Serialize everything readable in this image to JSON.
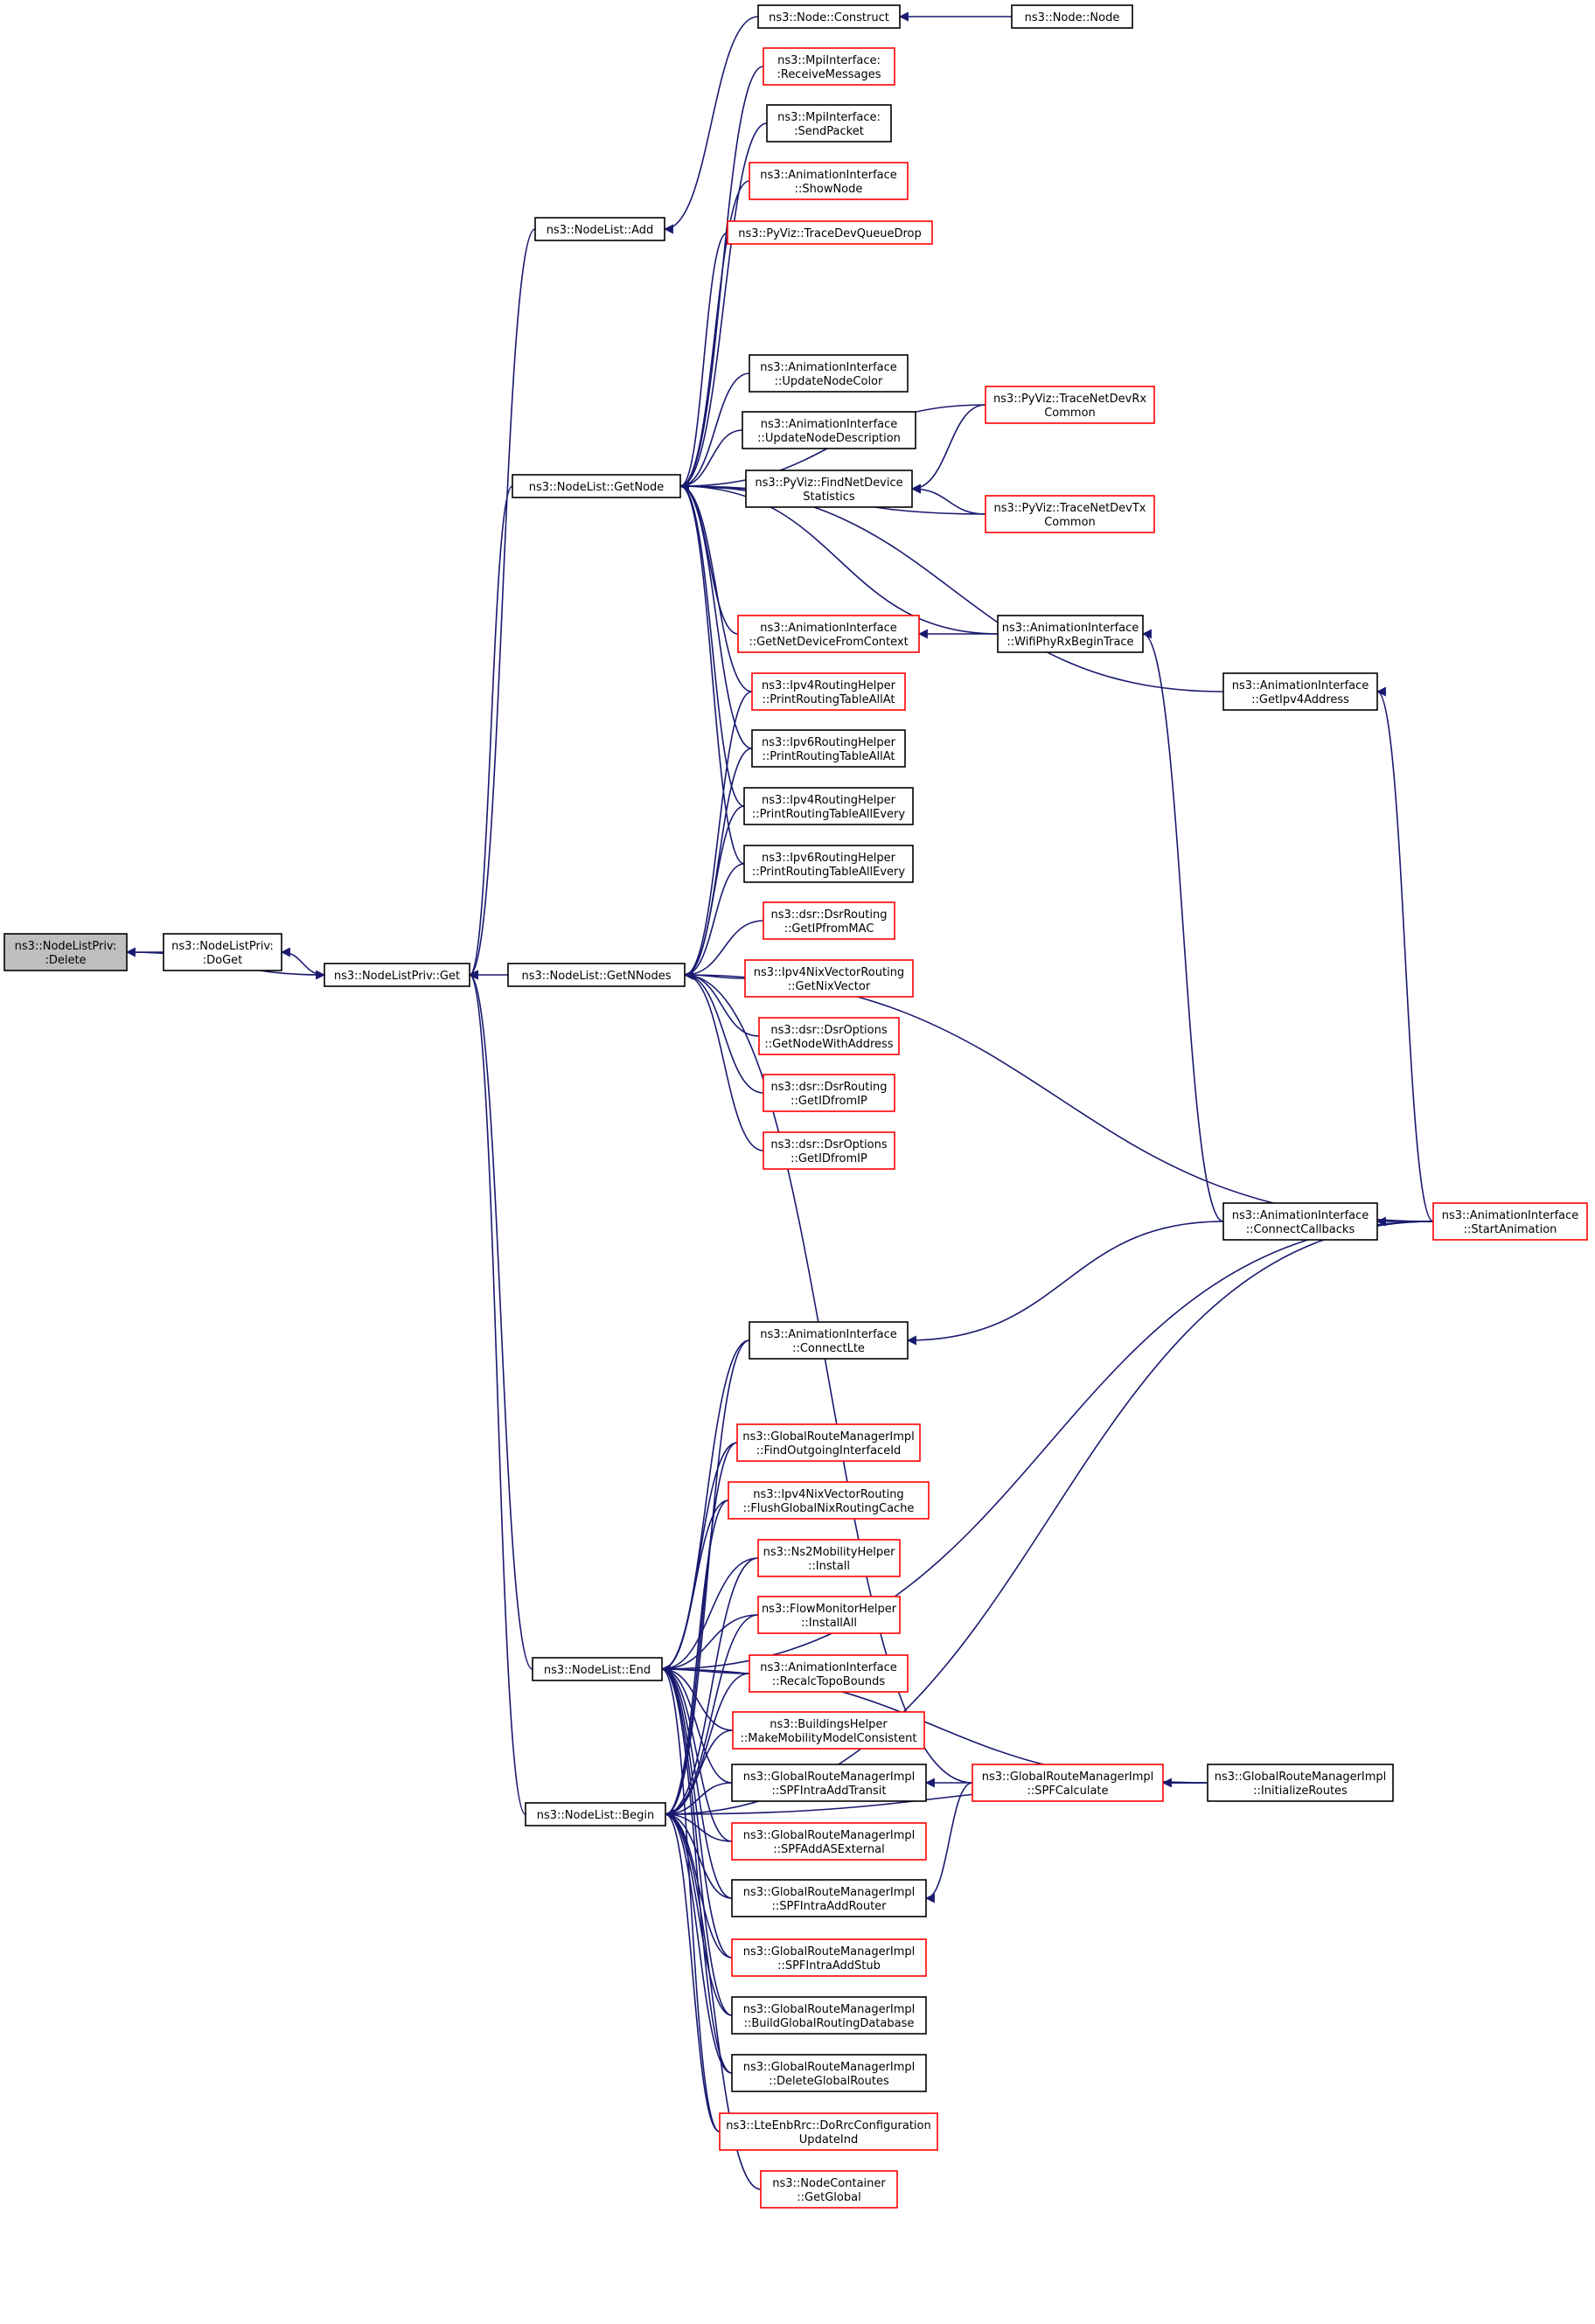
{
  "diagram": {
    "title": "",
    "edge_color": "#191970",
    "nodes": [
      {
        "id": "delete",
        "lines": [
          "ns3::NodeListPriv:",
          ":Delete"
        ],
        "style": "focus"
      },
      {
        "id": "doget",
        "lines": [
          "ns3::NodeListPriv:",
          ":DoGet"
        ],
        "style": "black"
      },
      {
        "id": "get",
        "lines": [
          "ns3::NodeListPriv::Get"
        ],
        "style": "black"
      },
      {
        "id": "add",
        "lines": [
          "ns3::NodeList::Add"
        ],
        "style": "black"
      },
      {
        "id": "getnode",
        "lines": [
          "ns3::NodeList::GetNode"
        ],
        "style": "black"
      },
      {
        "id": "getnnodes",
        "lines": [
          "ns3::NodeList::GetNNodes"
        ],
        "style": "black"
      },
      {
        "id": "end",
        "lines": [
          "ns3::NodeList::End"
        ],
        "style": "black"
      },
      {
        "id": "begin",
        "lines": [
          "ns3::NodeList::Begin"
        ],
        "style": "black"
      },
      {
        "id": "construct",
        "lines": [
          "ns3::Node::Construct"
        ],
        "style": "black"
      },
      {
        "id": "nodenode",
        "lines": [
          "ns3::Node::Node"
        ],
        "style": "black"
      },
      {
        "id": "mpirecv",
        "lines": [
          "ns3::MpiInterface:",
          ":ReceiveMessages"
        ],
        "style": "red"
      },
      {
        "id": "mpisend",
        "lines": [
          "ns3::MpiInterface:",
          ":SendPacket"
        ],
        "style": "black"
      },
      {
        "id": "shownode",
        "lines": [
          "ns3::AnimationInterface",
          "::ShowNode"
        ],
        "style": "red"
      },
      {
        "id": "pydrop",
        "lines": [
          "ns3::PyViz::TraceDevQueueDrop"
        ],
        "style": "red"
      },
      {
        "id": "updcolor",
        "lines": [
          "ns3::AnimationInterface",
          "::UpdateNodeColor"
        ],
        "style": "black"
      },
      {
        "id": "upddesc",
        "lines": [
          "ns3::AnimationInterface",
          "::UpdateNodeDescription"
        ],
        "style": "black"
      },
      {
        "id": "findnet",
        "lines": [
          "ns3::PyViz::FindNetDevice",
          "Statistics"
        ],
        "style": "black"
      },
      {
        "id": "getnetdev",
        "lines": [
          "ns3::AnimationInterface",
          "::GetNetDeviceFromContext"
        ],
        "style": "red"
      },
      {
        "id": "ipv4print",
        "lines": [
          "ns3::Ipv4RoutingHelper",
          "::PrintRoutingTableAllAt"
        ],
        "style": "red"
      },
      {
        "id": "ipv6print",
        "lines": [
          "ns3::Ipv6RoutingHelper",
          "::PrintRoutingTableAllAt"
        ],
        "style": "black"
      },
      {
        "id": "ipv4every",
        "lines": [
          "ns3::Ipv4RoutingHelper",
          "::PrintRoutingTableAllEvery"
        ],
        "style": "black"
      },
      {
        "id": "ipv6every",
        "lines": [
          "ns3::Ipv6RoutingHelper",
          "::PrintRoutingTableAllEvery"
        ],
        "style": "black"
      },
      {
        "id": "dsrgetip",
        "lines": [
          "ns3::dsr::DsrRouting",
          "::GetIPfromMAC"
        ],
        "style": "red"
      },
      {
        "id": "nixvec",
        "lines": [
          "ns3::Ipv4NixVectorRouting",
          "::GetNixVector"
        ],
        "style": "red"
      },
      {
        "id": "dsrnodeaddr",
        "lines": [
          "ns3::dsr::DsrOptions",
          "::GetNodeWithAddress"
        ],
        "style": "red"
      },
      {
        "id": "dsrgetid",
        "lines": [
          "ns3::dsr::DsrRouting",
          "::GetIDfromIP"
        ],
        "style": "red"
      },
      {
        "id": "dsroptid",
        "lines": [
          "ns3::dsr::DsrOptions",
          "::GetIDfromIP"
        ],
        "style": "red"
      },
      {
        "id": "tracerx",
        "lines": [
          "ns3::PyViz::TraceNetDevRx",
          "Common"
        ],
        "style": "red"
      },
      {
        "id": "tracetx",
        "lines": [
          "ns3::PyViz::TraceNetDevTx",
          "Common"
        ],
        "style": "red"
      },
      {
        "id": "wifiphy",
        "lines": [
          "ns3::AnimationInterface",
          "::WifiPhyRxBeginTrace"
        ],
        "style": "black"
      },
      {
        "id": "getipv4",
        "lines": [
          "ns3::AnimationInterface",
          "::GetIpv4Address"
        ],
        "style": "black"
      },
      {
        "id": "connectcb",
        "lines": [
          "ns3::AnimationInterface",
          "::ConnectCallbacks"
        ],
        "style": "black"
      },
      {
        "id": "startanim",
        "lines": [
          "ns3::AnimationInterface",
          "::StartAnimation"
        ],
        "style": "red"
      },
      {
        "id": "connectlte",
        "lines": [
          "ns3::AnimationInterface",
          "::ConnectLte"
        ],
        "style": "black"
      },
      {
        "id": "findout",
        "lines": [
          "ns3::GlobalRouteManagerImpl",
          "::FindOutgoingInterfaceId"
        ],
        "style": "red"
      },
      {
        "id": "flushnix",
        "lines": [
          "ns3::Ipv4NixVectorRouting",
          "::FlushGlobalNixRoutingCache"
        ],
        "style": "red"
      },
      {
        "id": "ns2mob",
        "lines": [
          "ns3::Ns2MobilityHelper",
          "::Install"
        ],
        "style": "red"
      },
      {
        "id": "flowmon",
        "lines": [
          "ns3::FlowMonitorHelper",
          "::InstallAll"
        ],
        "style": "red"
      },
      {
        "id": "recalc",
        "lines": [
          "ns3::AnimationInterface",
          "::RecalcTopoBounds"
        ],
        "style": "red"
      },
      {
        "id": "buildings",
        "lines": [
          "ns3::BuildingsHelper",
          "::MakeMobilityModelConsistent"
        ],
        "style": "red"
      },
      {
        "id": "spftransit",
        "lines": [
          "ns3::GlobalRouteManagerImpl",
          "::SPFIntraAddTransit"
        ],
        "style": "black"
      },
      {
        "id": "spfext",
        "lines": [
          "ns3::GlobalRouteManagerImpl",
          "::SPFAddASExternal"
        ],
        "style": "red"
      },
      {
        "id": "spfrouter",
        "lines": [
          "ns3::GlobalRouteManagerImpl",
          "::SPFIntraAddRouter"
        ],
        "style": "black"
      },
      {
        "id": "spfstub",
        "lines": [
          "ns3::GlobalRouteManagerImpl",
          "::SPFIntraAddStub"
        ],
        "style": "red"
      },
      {
        "id": "builddb",
        "lines": [
          "ns3::GlobalRouteManagerImpl",
          "::BuildGlobalRoutingDatabase"
        ],
        "style": "black"
      },
      {
        "id": "delroutes",
        "lines": [
          "ns3::GlobalRouteManagerImpl",
          "::DeleteGlobalRoutes"
        ],
        "style": "black"
      },
      {
        "id": "lterrc",
        "lines": [
          "ns3::LteEnbRrc::DoRrcConfiguration",
          "UpdateInd"
        ],
        "style": "red"
      },
      {
        "id": "nodecontainer",
        "lines": [
          "ns3::NodeContainer",
          "::GetGlobal"
        ],
        "style": "red"
      },
      {
        "id": "spfcalc",
        "lines": [
          "ns3::GlobalRouteManagerImpl",
          "::SPFCalculate"
        ],
        "style": "red"
      },
      {
        "id": "initroutes",
        "lines": [
          "ns3::GlobalRouteManagerImpl",
          "::InitializeRoutes"
        ],
        "style": "black"
      }
    ],
    "edges": [
      [
        "doget",
        "delete"
      ],
      [
        "delete",
        "get"
      ],
      [
        "get",
        "doget"
      ],
      [
        "add",
        "get"
      ],
      [
        "getnode",
        "get"
      ],
      [
        "getnnodes",
        "get"
      ],
      [
        "end",
        "get"
      ],
      [
        "begin",
        "get"
      ],
      [
        "construct",
        "add"
      ],
      [
        "nodenode",
        "construct"
      ],
      [
        "mpirecv",
        "getnode"
      ],
      [
        "mpisend",
        "getnode"
      ],
      [
        "shownode",
        "getnode"
      ],
      [
        "pydrop",
        "getnode"
      ],
      [
        "getipv4",
        "getnode"
      ],
      [
        "tracerx",
        "getnode"
      ],
      [
        "updcolor",
        "getnode"
      ],
      [
        "upddesc",
        "getnode"
      ],
      [
        "findnet",
        "getnode"
      ],
      [
        "tracetx",
        "getnode"
      ],
      [
        "wifiphy",
        "getnode"
      ],
      [
        "getnetdev",
        "getnode"
      ],
      [
        "ipv4print",
        "getnode"
      ],
      [
        "ipv6print",
        "getnode"
      ],
      [
        "ipv4every",
        "getnode"
      ],
      [
        "ipv6every",
        "getnode"
      ],
      [
        "tracerx",
        "findnet"
      ],
      [
        "tracetx",
        "findnet"
      ],
      [
        "wifiphy",
        "getnetdev"
      ],
      [
        "connectcb",
        "wifiphy"
      ],
      [
        "startanim",
        "getipv4"
      ],
      [
        "startanim",
        "connectcb"
      ],
      [
        "connectcb",
        "connectlte"
      ],
      [
        "ipv4print",
        "getnnodes"
      ],
      [
        "ipv6print",
        "getnnodes"
      ],
      [
        "ipv4every",
        "getnnodes"
      ],
      [
        "ipv6every",
        "getnnodes"
      ],
      [
        "dsrgetip",
        "getnnodes"
      ],
      [
        "nixvec",
        "getnnodes"
      ],
      [
        "dsrnodeaddr",
        "getnnodes"
      ],
      [
        "dsrgetid",
        "getnnodes"
      ],
      [
        "dsroptid",
        "getnnodes"
      ],
      [
        "startanim",
        "getnnodes"
      ],
      [
        "spfcalc",
        "getnnodes"
      ],
      [
        "startanim",
        "end"
      ],
      [
        "connectlte",
        "end"
      ],
      [
        "initroutes",
        "end"
      ],
      [
        "findout",
        "end"
      ],
      [
        "flushnix",
        "end"
      ],
      [
        "ns2mob",
        "end"
      ],
      [
        "flowmon",
        "end"
      ],
      [
        "recalc",
        "end"
      ],
      [
        "buildings",
        "end"
      ],
      [
        "spftransit",
        "end"
      ],
      [
        "spfext",
        "end"
      ],
      [
        "spfrouter",
        "end"
      ],
      [
        "spfstub",
        "end"
      ],
      [
        "builddb",
        "end"
      ],
      [
        "delroutes",
        "end"
      ],
      [
        "lterrc",
        "end"
      ],
      [
        "connectlte",
        "begin"
      ],
      [
        "findout",
        "begin"
      ],
      [
        "flushnix",
        "begin"
      ],
      [
        "ns2mob",
        "begin"
      ],
      [
        "flowmon",
        "begin"
      ],
      [
        "recalc",
        "begin"
      ],
      [
        "buildings",
        "begin"
      ],
      [
        "spftransit",
        "begin"
      ],
      [
        "spfext",
        "begin"
      ],
      [
        "spfrouter",
        "begin"
      ],
      [
        "spfstub",
        "begin"
      ],
      [
        "builddb",
        "begin"
      ],
      [
        "delroutes",
        "begin"
      ],
      [
        "lterrc",
        "begin"
      ],
      [
        "nodecontainer",
        "begin"
      ],
      [
        "initroutes",
        "begin"
      ],
      [
        "startanim",
        "begin"
      ],
      [
        "spfcalc",
        "spftransit"
      ],
      [
        "spfcalc",
        "spfrouter"
      ],
      [
        "initroutes",
        "spfcalc"
      ]
    ]
  }
}
